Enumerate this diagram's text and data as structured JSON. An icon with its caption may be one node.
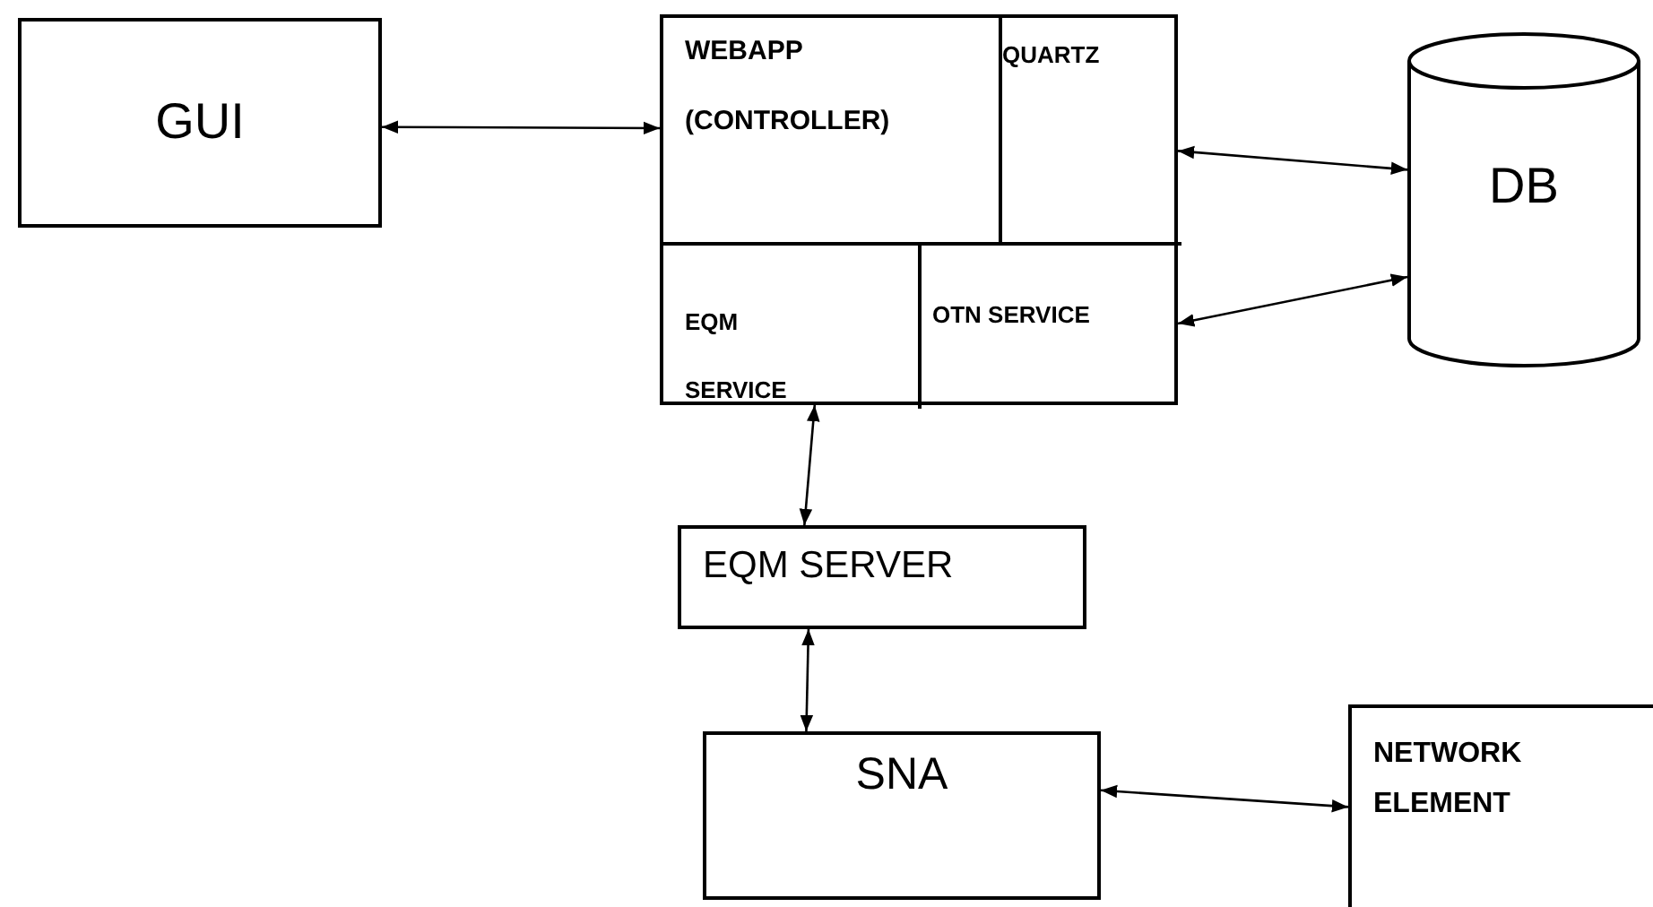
{
  "diagram": {
    "nodes": [
      {
        "text": [
          "GUI"
        ]
      },
      {
        "text": [],
        "shape": "box"
      },
      {
        "text": [
          "WEBAPP",
          "(CONTROLLER)"
        ],
        "in": 1
      },
      {
        "text": [
          "QUARTZ"
        ],
        "in": 1
      },
      {
        "text": [
          "EQM SERVICE"
        ],
        "in": 1
      },
      {
        "text": [
          "OTN SERVICE"
        ],
        "in": 1
      },
      {
        "text": [
          "DB"
        ]
      },
      {
        "text": [
          "EQM SERVER"
        ]
      },
      {
        "text": [
          "SNA"
        ]
      },
      {
        "text": [
          "NETWORK ELEMENT"
        ]
      }
    ],
    "edges": [
      {
        "from": 0,
        "to": 2,
        "arrow": "both"
      },
      {
        "from": 3,
        "to": 6,
        "arrow": "both"
      },
      {
        "from": 5,
        "to": 6,
        "arrow": "both"
      },
      {
        "from": 4,
        "to": 7,
        "arrow": "both"
      },
      {
        "from": 7,
        "to": 8,
        "arrow": "both"
      },
      {
        "from": 8,
        "to": 9,
        "arrow": "both"
      }
    ]
  }
}
